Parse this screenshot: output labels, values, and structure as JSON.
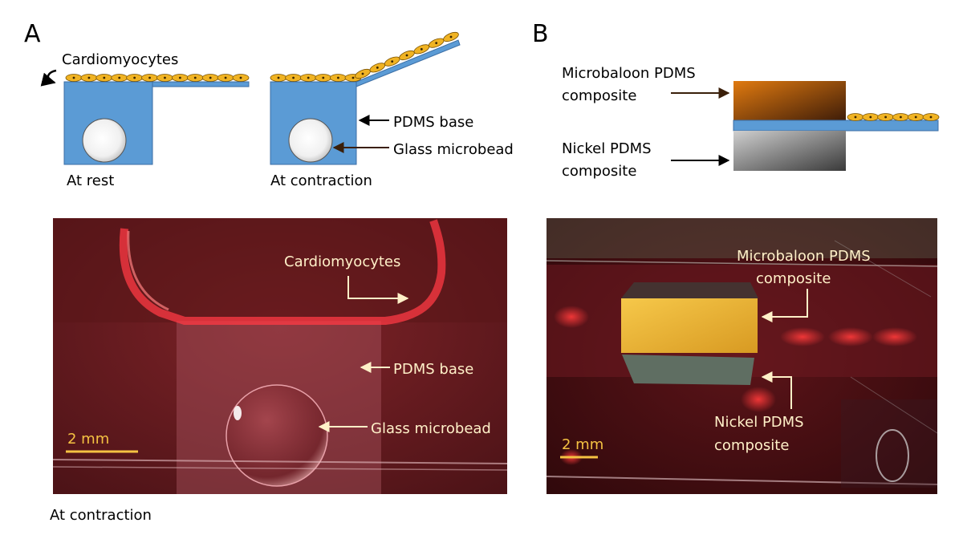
{
  "panel_a": {
    "label": "A",
    "schematic": {
      "cells_label": "Cardiomyocytes",
      "rest_caption": "At rest",
      "contraction_caption": "At contraction",
      "base_label": "PDMS base",
      "bead_label": "Glass microbead"
    },
    "photo": {
      "cells_label": "Cardiomyocytes",
      "base_label": "PDMS base",
      "bead_label": "Glass microbead",
      "scale_label": "2 mm",
      "caption": "At contraction"
    }
  },
  "panel_b": {
    "label": "B",
    "schematic": {
      "top_label_line1": "Microbaloon PDMS",
      "top_label_line2": "composite",
      "bottom_label_line1": "Nickel PDMS",
      "bottom_label_line2": "composite"
    },
    "photo": {
      "top_label_line1": "Microbaloon PDMS",
      "top_label_line2": "composite",
      "bottom_label_line1": "Nickel PDMS",
      "bottom_label_line2": "composite",
      "scale_label": "2 mm"
    }
  },
  "colors": {
    "pdms_blue": "#5b9bd5",
    "cell_yellow": "#f0b323",
    "photo_red": "#6b1b22",
    "photo_label": "#fff0c8",
    "scale_bar": "#f5c242"
  }
}
